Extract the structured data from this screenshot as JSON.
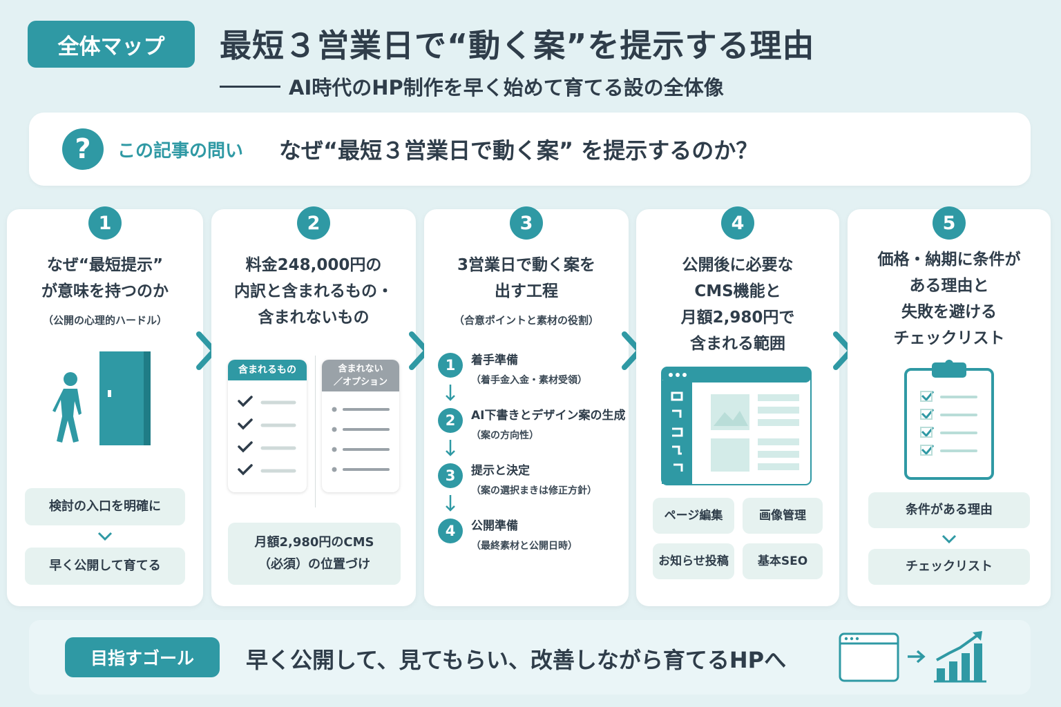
{
  "header": {
    "tag": "全体マップ",
    "title": "最短３営業日で“動く案”を提示する理由",
    "subtitle": "AI時代のHP制作を早く始めて育てる設の全体像"
  },
  "question": {
    "icon": "?",
    "label": "この記事の問い",
    "text": "なぜ“最短３営業日で動く案” を提示するのか？"
  },
  "cards": [
    {
      "number": "1",
      "title_lines": [
        "なぜ“最短提示”",
        "が意味を持つのか"
      ],
      "subtitle": "（公開の心理的ハードル）",
      "flow": [
        "検討の入口を明確に",
        "早く公開して育てる"
      ]
    },
    {
      "number": "2",
      "title_lines": [
        "料金248,000円の",
        "内訳と含まれるもの・",
        "含まれないもの"
      ],
      "included_label": "含まれるもの",
      "excluded_label_lines": [
        "含まれない",
        "／オプション"
      ],
      "bottom_lines": [
        "月額2,980円のCMS",
        "（必須）の位置づけ"
      ]
    },
    {
      "number": "3",
      "title_lines": [
        "3営業日で動く案を",
        "出す工程"
      ],
      "subtitle": "（合意ポイントと素材の役割）",
      "steps": [
        {
          "num": "1",
          "title": "着手準備",
          "sub": "（着手金入金・素材受領）"
        },
        {
          "num": "2",
          "title": "AI下書きとデザイン案の生成",
          "sub": "（案の方向性）"
        },
        {
          "num": "3",
          "title": "提示と決定",
          "sub": "（案の選択まきは修正方針）"
        },
        {
          "num": "4",
          "title": "公開準備",
          "sub": "（最終素材と公開日時）"
        }
      ]
    },
    {
      "number": "4",
      "title_lines": [
        "公開後に必要な",
        "CMS機能と",
        "月額2,980円で",
        "含まれる範囲"
      ],
      "features": [
        "ページ編集",
        "画像管理",
        "お知らせ投稿",
        "基本SEO"
      ]
    },
    {
      "number": "5",
      "title_lines": [
        "価格・納期に条件が",
        "ある理由と",
        "失敗を避ける",
        "チェックリスト"
      ],
      "flow": [
        "条件がある理由",
        "チェックリスト"
      ]
    }
  ],
  "goal": {
    "tag": "目指すゴール",
    "text": "早く公開して、見てもらい、改善しながら育てるHPへ"
  },
  "colors": {
    "accent": "#2f99a4",
    "background": "#e3f1f3",
    "pill": "#e6f2f0",
    "text": "#2f3d4a",
    "muted_header": "#9aa2a8"
  },
  "icons": [
    "question-icon",
    "door-person-icon",
    "checklist-icon",
    "cms-window-icon",
    "clipboard-icon",
    "browser-icon",
    "growth-chart-icon",
    "chevron-right-icon",
    "chevron-down-icon"
  ]
}
